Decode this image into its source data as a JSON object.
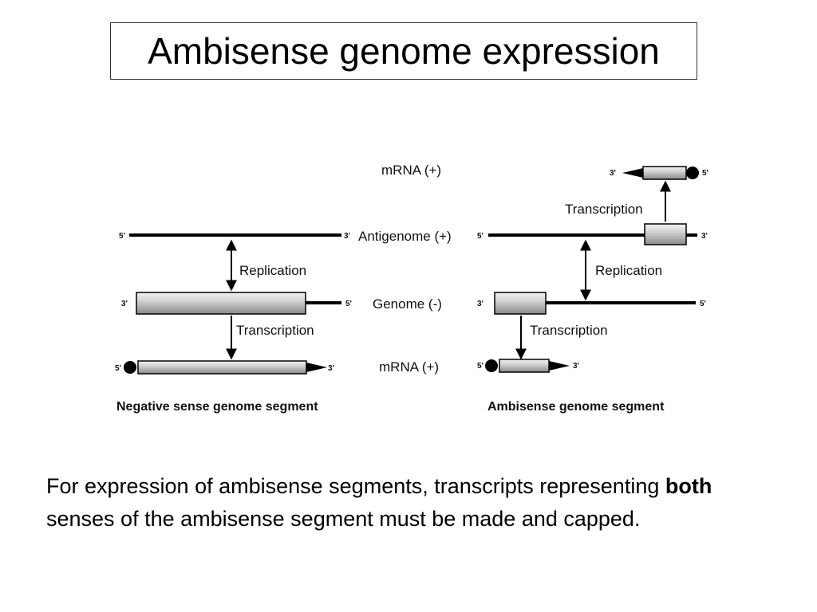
{
  "slide": {
    "title": "Ambisense genome expression",
    "caption": {
      "part1": "For expression of ambisense segments, transcripts representing ",
      "bold": "both",
      "part2": " senses of the ambisense segment must be made and capped."
    }
  },
  "diagram": {
    "row_labels": {
      "mrna_top": "mRNA (+)",
      "antigenome": "Antigenome (+)",
      "genome": "Genome (-)",
      "mrna_bottom": "mRNA (+)"
    },
    "end_labels": {
      "five_prime": "5'",
      "three_prime": "3'"
    },
    "left_panel": {
      "replication": "Replication",
      "transcription": "Transcription",
      "caption": "Negative sense genome segment"
    },
    "right_panel": {
      "transcription_top": "Transcription",
      "replication": "Replication",
      "transcription_bottom": "Transcription",
      "caption": "Ambisense genome segment"
    },
    "colors": {
      "strand": "#000000",
      "gene_box": "#bdbdbd",
      "title_border": "#333333"
    }
  }
}
